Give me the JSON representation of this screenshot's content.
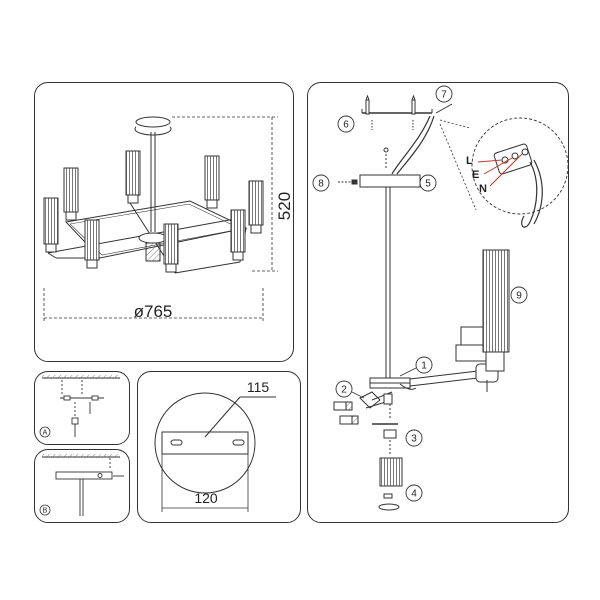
{
  "overview": {
    "height_label": "520",
    "diameter_label": "ø765"
  },
  "ceiling_plate": {
    "width_label": "115",
    "diameter_label": "120"
  },
  "method_labels": {
    "a": "A",
    "b": "B"
  },
  "assembly": {
    "callouts": [
      "1",
      "2",
      "3",
      "4",
      "5",
      "6",
      "7",
      "8",
      "9"
    ],
    "wiring_letters": [
      "L",
      "E",
      "N"
    ]
  }
}
